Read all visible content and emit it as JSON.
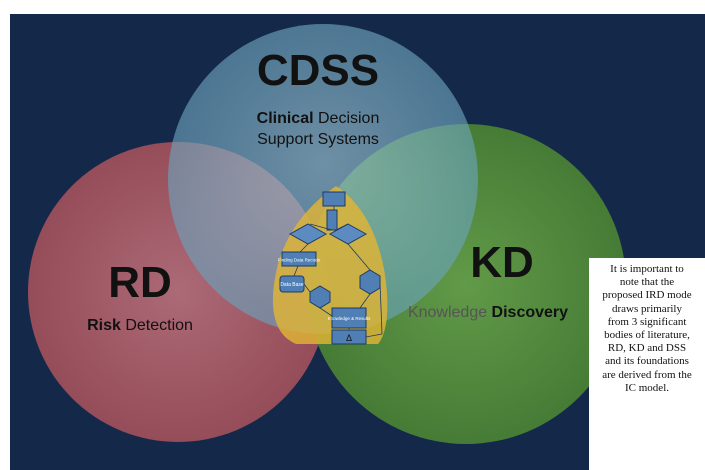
{
  "circles": {
    "cdss": {
      "acronym": "CDSS",
      "line1_bold": "Clinical",
      "line1_rest": " Decision",
      "line2": "Support Systems",
      "color": "#7fb2c8"
    },
    "rd": {
      "acronym": "RD",
      "line1_bold": "Risk",
      "line1_rest": " Detection",
      "color": "#a95560"
    },
    "kd": {
      "acronym": "KD",
      "line1": "Knowledge",
      "line1_bold": " Discovery",
      "color": "#5e9a3c"
    }
  },
  "flowchart": {
    "labels": [
      "Finding Data Recode",
      "Data Base",
      "Knowledge & Results",
      "Δ"
    ],
    "color": "#e3b93a"
  },
  "note": {
    "lines": [
      "It is important to",
      "note that the",
      "proposed IRD mode",
      "draws primarily",
      "from 3 significant",
      "bodies of literature,",
      "RD, KD and DSS",
      "and its foundations",
      "are derived from the",
      "IC model."
    ]
  }
}
